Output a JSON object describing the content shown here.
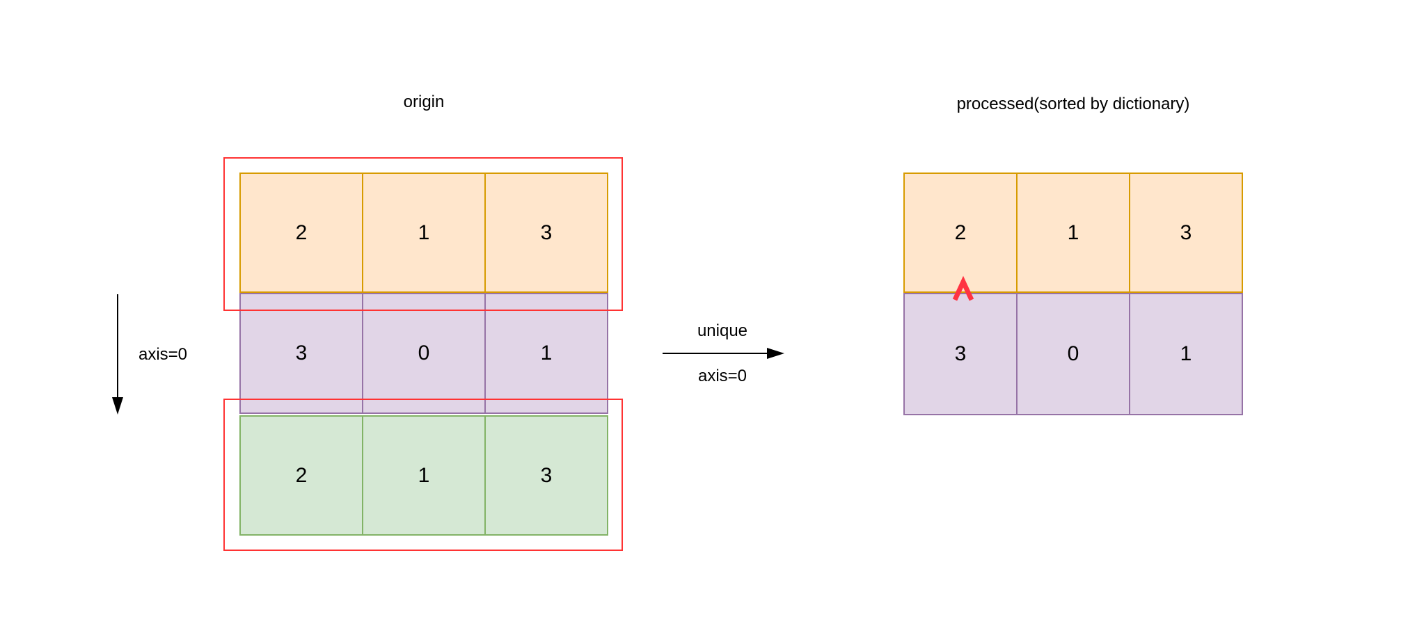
{
  "origin": {
    "title": "origin",
    "axis_label": "axis=0",
    "rows": [
      {
        "name": "row-orange",
        "fill": "#FFE6CC",
        "stroke": "#D79B00",
        "values": [
          "2",
          "1",
          "3"
        ],
        "in_red_box": true
      },
      {
        "name": "row-purple",
        "fill": "#E1D5E7",
        "stroke": "#9673A6",
        "values": [
          "3",
          "0",
          "1"
        ],
        "in_red_box": false
      },
      {
        "name": "row-green",
        "fill": "#D5E8D4",
        "stroke": "#82B366",
        "values": [
          "2",
          "1",
          "3"
        ],
        "in_red_box": true
      }
    ],
    "red_box_color": "#FF3333",
    "red_box_meaning_rows": [
      "0",
      "2"
    ]
  },
  "transform": {
    "label_top": "unique",
    "label_bottom": "axis=0",
    "arrow_color": "#000000"
  },
  "processed": {
    "title": "processed(sorted by dictionary)",
    "rows": [
      {
        "name": "row-orange",
        "fill": "#FFE6CC",
        "stroke": "#D79B00",
        "values": [
          "2",
          "1",
          "3"
        ]
      },
      {
        "name": "row-purple",
        "fill": "#E1D5E7",
        "stroke": "#9673A6",
        "values": [
          "3",
          "0",
          "1"
        ]
      }
    ],
    "marker": {
      "glyph": "caret-up",
      "color": "#FF3342"
    }
  }
}
